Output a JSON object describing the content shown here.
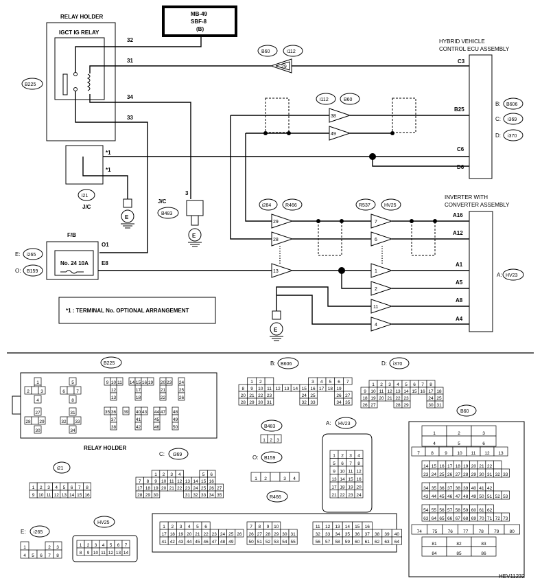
{
  "figure_id": "HEV11232",
  "relay_holder": {
    "title": "RELAY HOLDER",
    "relay_name": "IGCT IG RELAY",
    "connector": "B225",
    "pins": [
      "32",
      "31",
      "34",
      "33"
    ]
  },
  "top_box": {
    "line1": "MB-49",
    "line2": "SBF-8",
    "line3": "(B)"
  },
  "connector_labels": {
    "b60": "B60",
    "i112": "i112",
    "i284": "i284",
    "r466": "R466",
    "r537": "R537",
    "hv25": "HV25",
    "i21": "i21",
    "b483": "B483",
    "i265": "i265",
    "b159": "B159",
    "b606": "B606",
    "i369": "i369",
    "i370": "i370",
    "hv23": "HV23",
    "b225": "B225"
  },
  "jc": {
    "label": "J/C",
    "star1": "*1",
    "star2": "*1",
    "pin3": "3"
  },
  "ecu": {
    "title1": "HYBRID VEHICLE",
    "title2": "CONTROL ECU ASSEMBLY",
    "pins": [
      "C3",
      "B25",
      "C6",
      "D6"
    ],
    "conn_b": "B:",
    "conn_c": "C:",
    "conn_d": "D:"
  },
  "inverter": {
    "title1": "INVERTER WITH",
    "title2": "CONVERTER ASSEMBLY",
    "pins": [
      "A16",
      "A12",
      "A1",
      "A5",
      "A8",
      "A4"
    ],
    "conn_a": "A:"
  },
  "fb": {
    "label": "F/B",
    "fuse": "No. 24 10A",
    "pin_o1": "O1",
    "pin_e8": "E8",
    "conn_e": "E:",
    "conn_o": "O:"
  },
  "inline_pins": {
    "p29": "29",
    "p38": "38",
    "p49": "49",
    "p28a": "28",
    "p29b": "29",
    "p13": "13",
    "p7": "7",
    "p6": "6",
    "p1": "1",
    "p2": "2",
    "p11": "11",
    "p4": "4"
  },
  "ground": "E",
  "note": "*1  : TERMINAL No. OPTIONAL ARRANGEMENT",
  "connectors_section": {
    "b_label": "B:",
    "d_label": "D:",
    "c_label": "C:",
    "a_label": "A:",
    "o_label": "O:",
    "e_label": "E:"
  }
}
